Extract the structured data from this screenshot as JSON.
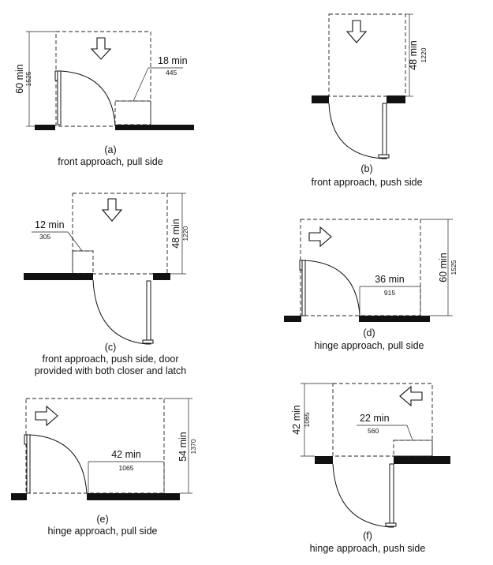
{
  "diagrams": {
    "a": {
      "letter": "(a)",
      "caption": "front approach, pull side",
      "dims": [
        {
          "big": "60 min",
          "small": "1525"
        },
        {
          "big": "18 min",
          "small": "445"
        }
      ]
    },
    "b": {
      "letter": "(b)",
      "caption": "front approach, push side",
      "dims": [
        {
          "big": "48 min",
          "small": "1220"
        }
      ]
    },
    "c": {
      "letter": "(c)",
      "caption_line1": "front approach, push side, door",
      "caption_line2": "provided with both closer and latch",
      "dims": [
        {
          "big": "12 min",
          "small": "305"
        },
        {
          "big": "48 min",
          "small": "1220"
        }
      ]
    },
    "d": {
      "letter": "(d)",
      "caption": "hinge approach, pull side",
      "dims": [
        {
          "big": "36 min",
          "small": "915"
        },
        {
          "big": "60 min",
          "small": "1525"
        }
      ]
    },
    "e": {
      "letter": "(e)",
      "caption": "hinge approach, pull side",
      "dims": [
        {
          "big": "42 min",
          "small": "1065"
        },
        {
          "big": "54 min",
          "small": "1370"
        }
      ]
    },
    "f": {
      "letter": "(f)",
      "caption": "hinge approach, push side",
      "dims": [
        {
          "big": "42 min",
          "small": "1065"
        },
        {
          "big": "22 min",
          "small": "560"
        }
      ]
    }
  }
}
